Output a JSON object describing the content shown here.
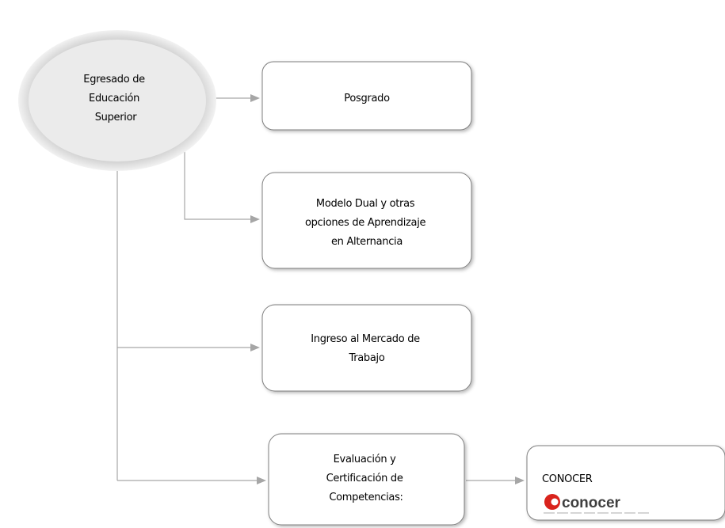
{
  "origin": {
    "lines": [
      "Egresado de",
      "Educación",
      "Superior"
    ]
  },
  "destinations": [
    {
      "lines": [
        "Posgrado"
      ]
    },
    {
      "lines": [
        "Modelo Dual y otras",
        "opciones de Aprendizaje",
        "en Alternancia"
      ]
    },
    {
      "lines": [
        "Ingreso al Mercado de",
        "Trabajo"
      ]
    },
    {
      "lines": [
        "Evaluación y",
        "Certificación de",
        "Competencias:"
      ]
    }
  ],
  "certifier": {
    "label": "CONOCER",
    "logo_word": "conocer"
  },
  "colors": {
    "connector": "#a6a6a6",
    "box_border": "#7f7f7f",
    "oval_halo": "#bfbfbf",
    "oval_fill": "#ebebeb",
    "logo_red": "#d9231c",
    "logo_text": "#3f3f3f"
  }
}
